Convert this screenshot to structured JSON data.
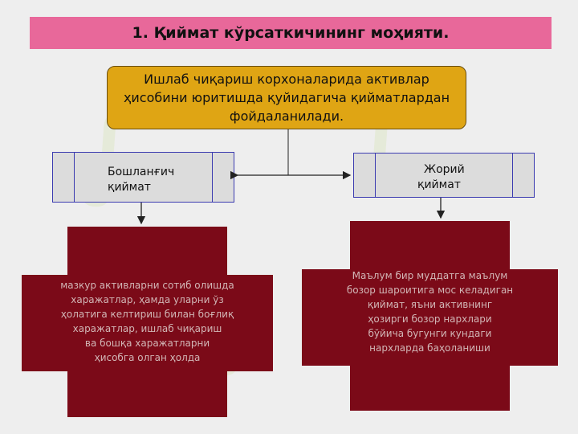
{
  "title": "1. Қиймат кўрсаткичининг моҳияти.",
  "top_box": {
    "lines": [
      "Ишлаб чиқариш корхоналарида активлар",
      "ҳисобини юритишда қуйидагича қийматлардан",
      "фойдаланилади."
    ]
  },
  "left_box": {
    "lines": [
      "Бошланғич",
      "қиймат"
    ]
  },
  "right_box": {
    "lines": [
      "Жорий",
      "қиймат"
    ]
  },
  "left_desc": {
    "lines": [
      "мазкур активларни сотиб олишда",
      "харажатлар, ҳамда уларни ўз",
      "ҳолатига келтириш билан боғлиқ",
      "харажатлар, ишлаб чиқариш",
      "ва бошқа харажатларни",
      "ҳисобга олган ҳолда"
    ]
  },
  "right_desc": {
    "lines": [
      "Маълум бир муддатга маълум",
      "бозор шароитига мос келадиган",
      "қиймат, яъни активнинг",
      "ҳозирги бозор нархлари",
      "бўйича бугунги кундаги",
      "нархларда баҳоланиши"
    ]
  },
  "watermark": {
    "glyph": "∫"
  },
  "colors": {
    "title_bg": "#e8689a",
    "top_box_bg": "#dfa514",
    "dark_box_bg": "#7b0a18",
    "side_box_border": "#3b3bb0",
    "background": "#eeeeee"
  }
}
